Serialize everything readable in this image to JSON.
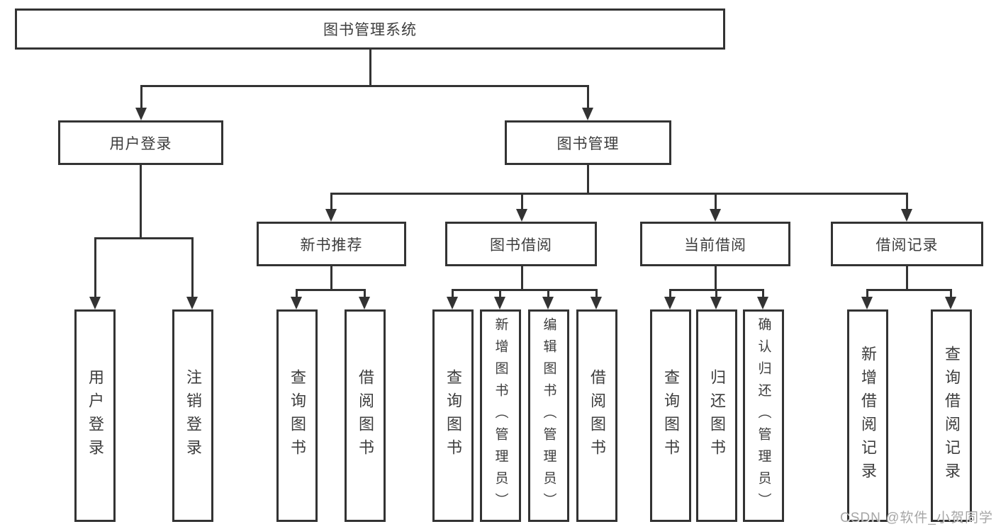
{
  "diagram": {
    "title": "图书管理系统",
    "level2": [
      {
        "label": "用户登录",
        "children": [
          "用户登录",
          "注销登录"
        ]
      },
      {
        "label": "图书管理"
      }
    ],
    "level3": [
      {
        "label": "新书推荐",
        "children": [
          "查询图书",
          "借阅图书"
        ]
      },
      {
        "label": "图书借阅",
        "children": [
          "查询图书",
          "新增图书（管理员）",
          "编辑图书（管理员）",
          "借阅图书"
        ]
      },
      {
        "label": "当前借阅",
        "children": [
          "查询图书",
          "归还图书",
          "确认归还（管理员）"
        ]
      },
      {
        "label": "借阅记录",
        "children": [
          "新增借阅记录",
          "查询借阅记录"
        ]
      }
    ]
  },
  "watermark": "CSDN @软件_小贺同学",
  "colors": {
    "line": "#333333",
    "text": "#3d3d3d",
    "watermark_text": "#969696",
    "background": "#ffffff"
  }
}
